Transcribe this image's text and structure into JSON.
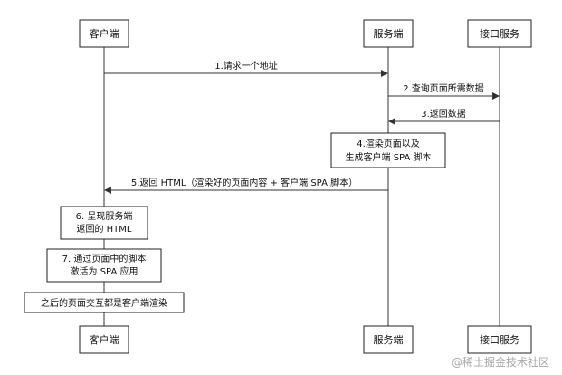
{
  "participants": {
    "client": "客户端",
    "server": "服务端",
    "api": "接口服务"
  },
  "messages": {
    "m1": "1.请求一个地址",
    "m2": "2.查询页面所需数据",
    "m3": "3.返回数据",
    "m5": "5.返回 HTML（渲染好的页面内容 + 客户端 SPA 脚本）"
  },
  "notes": {
    "n4_line1": "4.渲染页面以及",
    "n4_line2": "生成客户端 SPA 脚本",
    "n6_line1": "6. 呈现服务端",
    "n6_line2": "返回的 HTML",
    "n7_line1": "7. 通过页面中的脚本",
    "n7_line2": "激活为 SPA 应用",
    "n8": "之后的页面交互都是客户端渲染"
  },
  "watermark": "@稀土掘金技术社区"
}
